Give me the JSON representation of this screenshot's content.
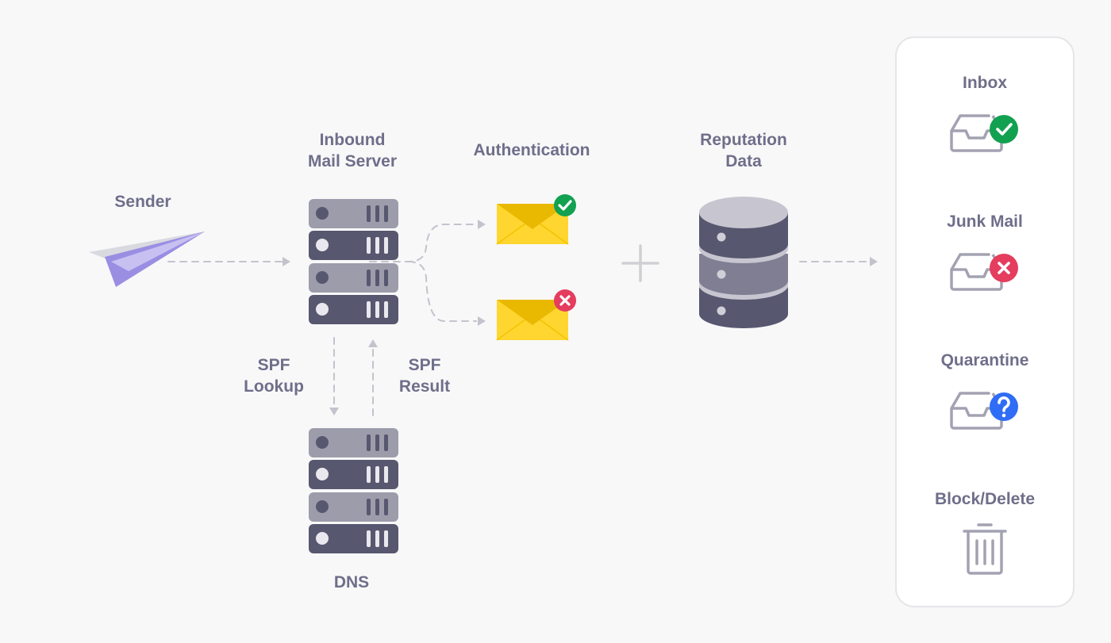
{
  "labels": {
    "sender": "Sender",
    "inbound_line1": "Inbound",
    "inbound_line2": "Mail Server",
    "authentication": "Authentication",
    "reputation_line1": "Reputation",
    "reputation_line2": "Data",
    "spf_lookup_line1": "SPF",
    "spf_lookup_line2": "Lookup",
    "spf_result_line1": "SPF",
    "spf_result_line2": "Result",
    "dns": "DNS"
  },
  "outcomes": [
    {
      "label": "Inbox",
      "icon": "inbox-check-icon"
    },
    {
      "label": "Junk Mail",
      "icon": "inbox-x-icon"
    },
    {
      "label": "Quarantine",
      "icon": "inbox-question-icon"
    },
    {
      "label": "Block/Delete",
      "icon": "trash-icon"
    }
  ],
  "colors": {
    "text": "#6f6e8a",
    "server_light": "#9d9cab",
    "server_dark": "#585770",
    "envelope": "#ffd630",
    "envelope_flap": "#e9b800",
    "success": "#12a150",
    "error": "#e43d5e",
    "question": "#2f6df6",
    "arrow": "#c4c3cd"
  }
}
